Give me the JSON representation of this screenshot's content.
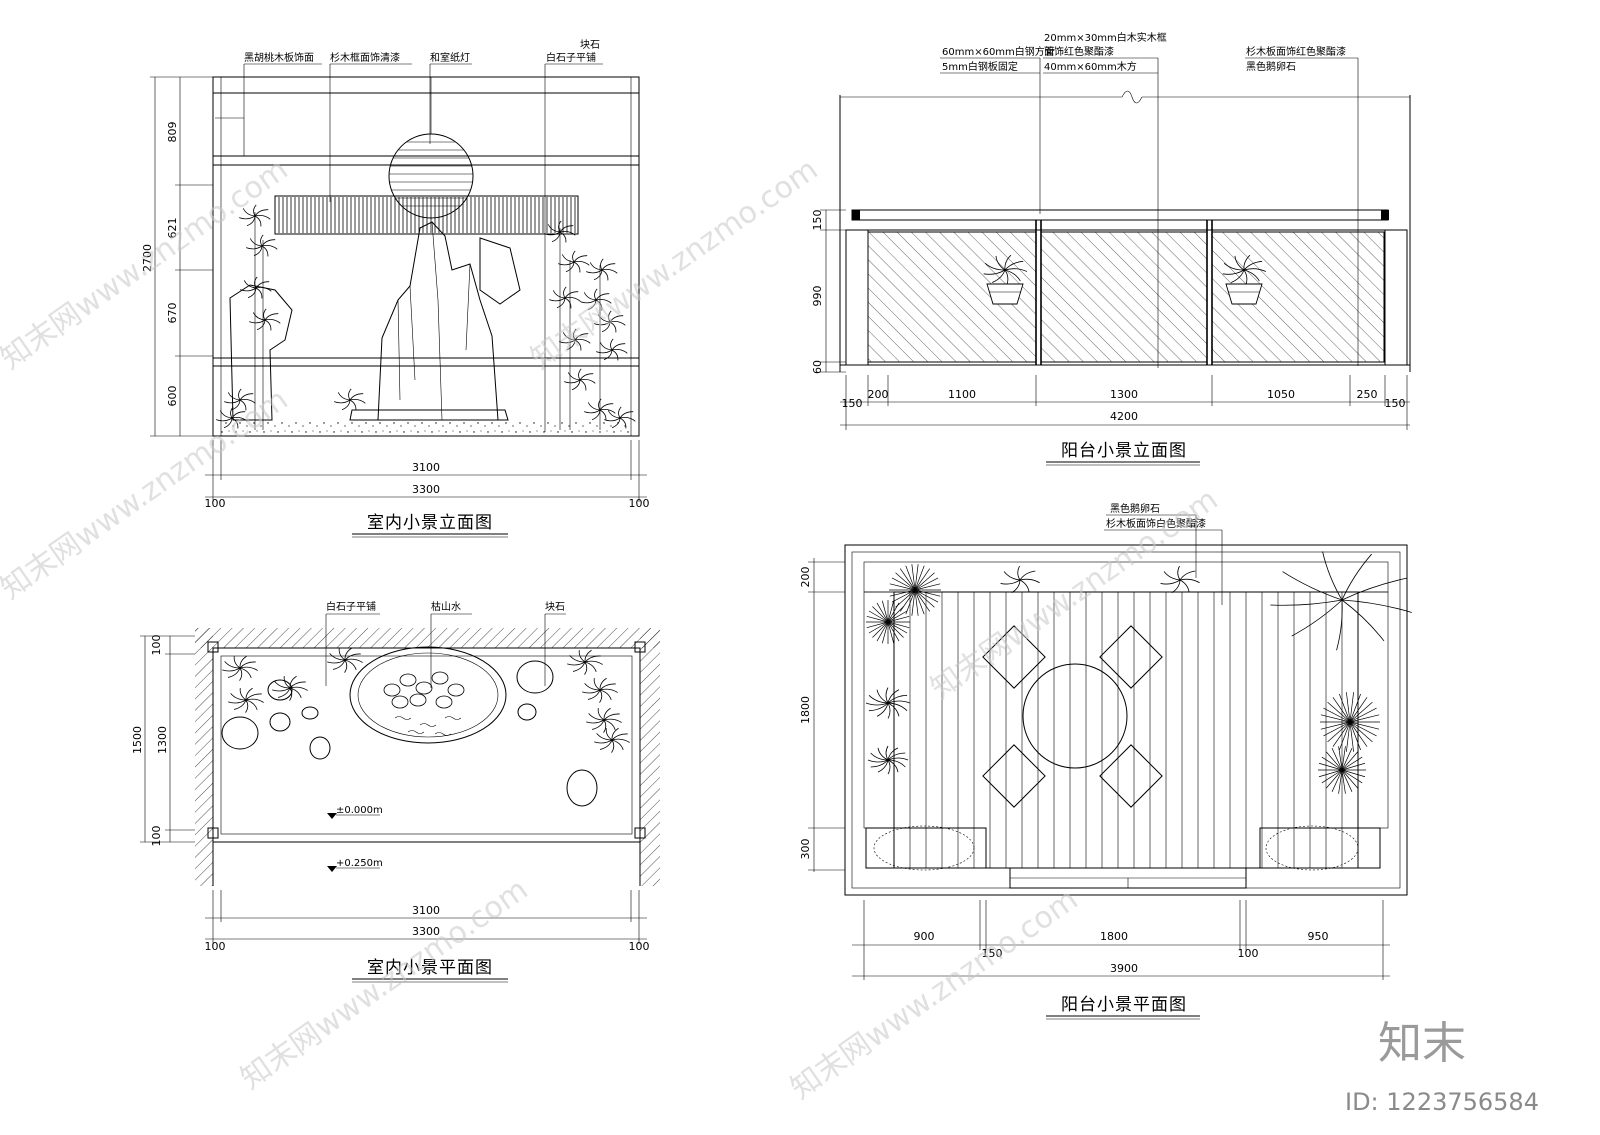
{
  "panels": {
    "indoor_elevation": {
      "title": "室内小景立面图",
      "labels": [
        "黑胡桃木板饰面",
        "杉木框面饰清漆",
        "和室纸灯",
        "块石",
        "白石子平铺"
      ],
      "v_dims": [
        "809",
        "621",
        "670",
        "600"
      ],
      "v_total": "2700",
      "h_inner": "3100",
      "h_total": "3300",
      "h_side_left": "100",
      "h_side_right": "100"
    },
    "indoor_plan": {
      "title": "室内小景平面图",
      "labels": [
        "白石子平铺",
        "枯山水",
        "块石"
      ],
      "v_dims": [
        "100",
        "1300",
        "100"
      ],
      "v_total": "1500",
      "levels": [
        "±0.000m",
        "+0.250m"
      ],
      "h_inner": "3100",
      "h_total": "3300",
      "h_side_left": "100",
      "h_side_right": "100"
    },
    "balcony_elevation": {
      "title": "阳台小景立面图",
      "labels_left": [
        "60mm×60mm白钢方管",
        "5mm白钢板固定"
      ],
      "labels_mid": [
        "20mm×30mm白木实木框",
        "面饰红色聚酯漆",
        "40mm×60mm木方"
      ],
      "labels_right": [
        "杉木板面饰红色聚酯漆",
        "黑色鹅卵石"
      ],
      "v_dims": [
        "150",
        "990",
        "60"
      ],
      "h_dims": [
        "150",
        "200",
        "1100",
        "1300",
        "1050",
        "250",
        "150"
      ],
      "h_total": "4200"
    },
    "balcony_plan": {
      "title": "阳台小景平面图",
      "labels": [
        "黑色鹅卵石",
        "杉木板面饰白色聚酯漆"
      ],
      "v_dims": [
        "200",
        "1800",
        "300"
      ],
      "h_dims": [
        "900",
        "1800",
        "950"
      ],
      "h_sub": [
        "150",
        "100"
      ],
      "h_total": "3900"
    }
  },
  "watermark": {
    "text": "知末网www.znzmo.com",
    "logo": "知末",
    "id": "ID: 1223756584"
  }
}
